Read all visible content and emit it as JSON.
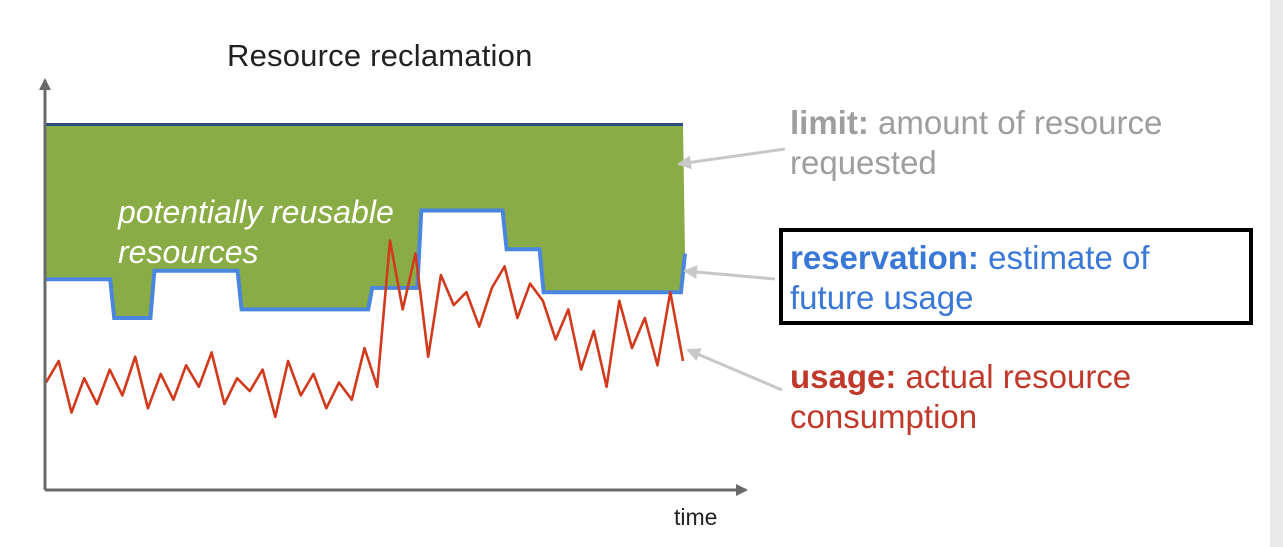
{
  "title": "Resource reclamation",
  "region_label_line1": "potentially reusable",
  "region_label_line2": "resources",
  "limit": {
    "term": "limit:",
    "desc_line1": " amount of resource",
    "desc_line2": "requested"
  },
  "reservation": {
    "term": "reservation:",
    "desc_line1": " estimate of",
    "desc_line2": "future usage"
  },
  "usage": {
    "term": "usage:",
    "desc_line1": " actual resource",
    "desc_line2": "consumption"
  },
  "x_axis_label": "time",
  "colors": {
    "limit_line": "#2b4a7e",
    "reusable_fill": "#8aac46",
    "reservation_line": "#4a86e0",
    "usage_line": "#d13a1c",
    "axis": "#6a6a6a",
    "arrow": "#c8c8c8"
  },
  "chart_data": {
    "type": "line",
    "x_range": [
      0,
      100
    ],
    "y_range": [
      0,
      100
    ],
    "series": [
      {
        "role": "limit",
        "x": [
          0,
          100
        ],
        "y": [
          85,
          85
        ]
      },
      {
        "role": "reservation",
        "step": true,
        "x": [
          0,
          10.4,
          16.7,
          30.4,
          50.9,
          58.6,
          72.0,
          77.8,
          100
        ],
        "y": [
          49,
          40,
          51,
          42,
          47,
          65,
          56,
          46,
          55
        ]
      },
      {
        "role": "usage",
        "x": [
          0,
          2,
          4,
          6,
          8,
          10,
          12,
          14,
          16,
          18,
          20,
          22,
          24,
          26,
          28,
          30,
          32,
          34,
          36,
          38,
          40,
          42,
          44,
          46,
          48,
          50,
          52,
          54,
          56,
          58,
          60,
          62,
          64,
          66,
          68,
          70,
          72,
          74,
          76,
          78,
          80,
          82,
          84,
          86,
          88,
          90,
          92,
          94,
          96,
          98,
          100
        ],
        "y": [
          25,
          30,
          18,
          26,
          20,
          28,
          22,
          31,
          19,
          27,
          21,
          29,
          24,
          32,
          20,
          26,
          23,
          28,
          17,
          30,
          22,
          27,
          19,
          25,
          21,
          33,
          24,
          58,
          42,
          55,
          31,
          50,
          43,
          46,
          38,
          47,
          52,
          40,
          48,
          44,
          35,
          42,
          28,
          37,
          24,
          44,
          33,
          40,
          29,
          46,
          30
        ]
      }
    ]
  }
}
